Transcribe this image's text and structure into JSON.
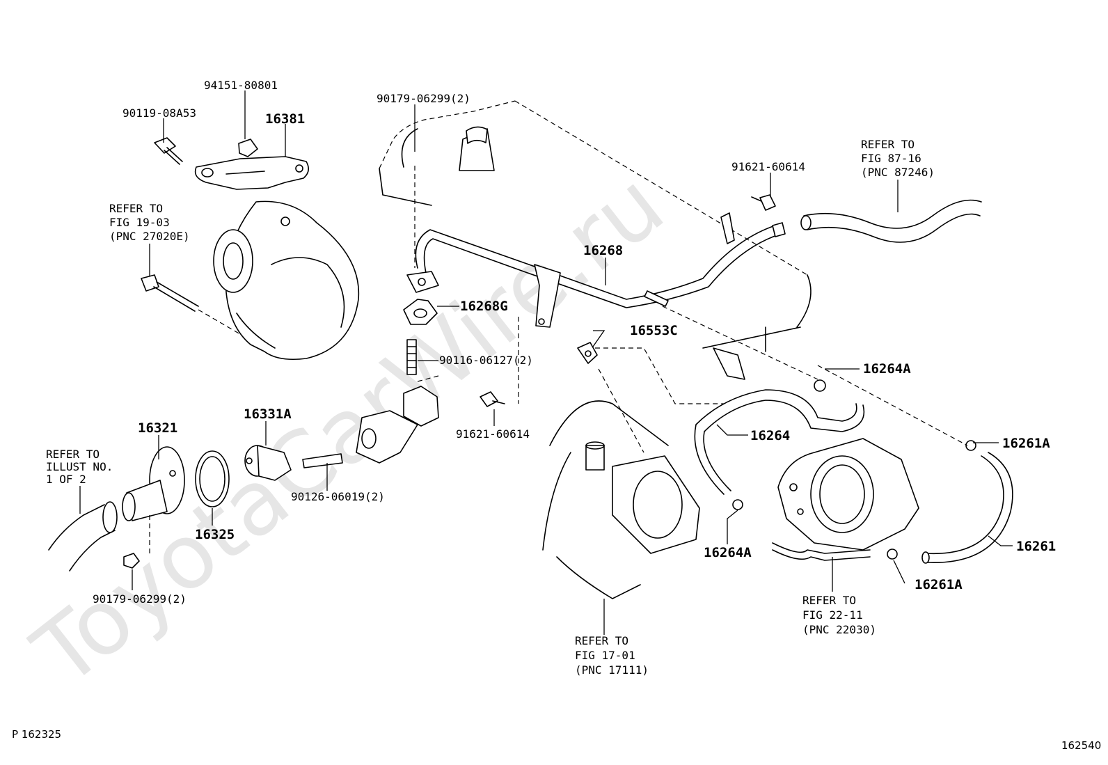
{
  "watermark": "ToyotaCarWire.ru",
  "image_codes": {
    "left": "P 162325",
    "right": "162540"
  },
  "labels": {
    "p94151": "94151-80801",
    "p90119": "90119-08A53",
    "p16381": "16381",
    "p90179_top": "90179-06299(2)",
    "p91621_top": "91621-60614",
    "ref87_l1": "REFER TO",
    "ref87_l2": "FIG 87-16",
    "ref87_l3": "(PNC 87246)",
    "ref19_l1": "REFER TO",
    "ref19_l2": "FIG 19-03",
    "ref19_l3": "(PNC 27020E)",
    "p16268": "16268",
    "p16268G": "16268G",
    "p16553C": "16553C",
    "p90116": "90116-06127(2)",
    "p16264A_top": "16264A",
    "p16264": "16264",
    "p16261A_top": "16261A",
    "p91621_mid": "91621-60614",
    "p16321": "16321",
    "p16331A": "16331A",
    "refillus_l1": "REFER TO",
    "refillus_l2": "ILLUST NO.",
    "refillus_l3": "1 OF 2",
    "p90126": "90126-06019(2)",
    "p16325": "16325",
    "p90179_bottom": "90179-06299(2)",
    "p16264A_bottom": "16264A",
    "p16261": "16261",
    "p16261A_bottom": "16261A",
    "ref22_l1": "REFER TO",
    "ref22_l2": "FIG 22-11",
    "ref22_l3": "(PNC 22030)",
    "ref17_l1": "REFER TO",
    "ref17_l2": "FIG 17-01",
    "ref17_l3": "(PNC 17111)"
  }
}
